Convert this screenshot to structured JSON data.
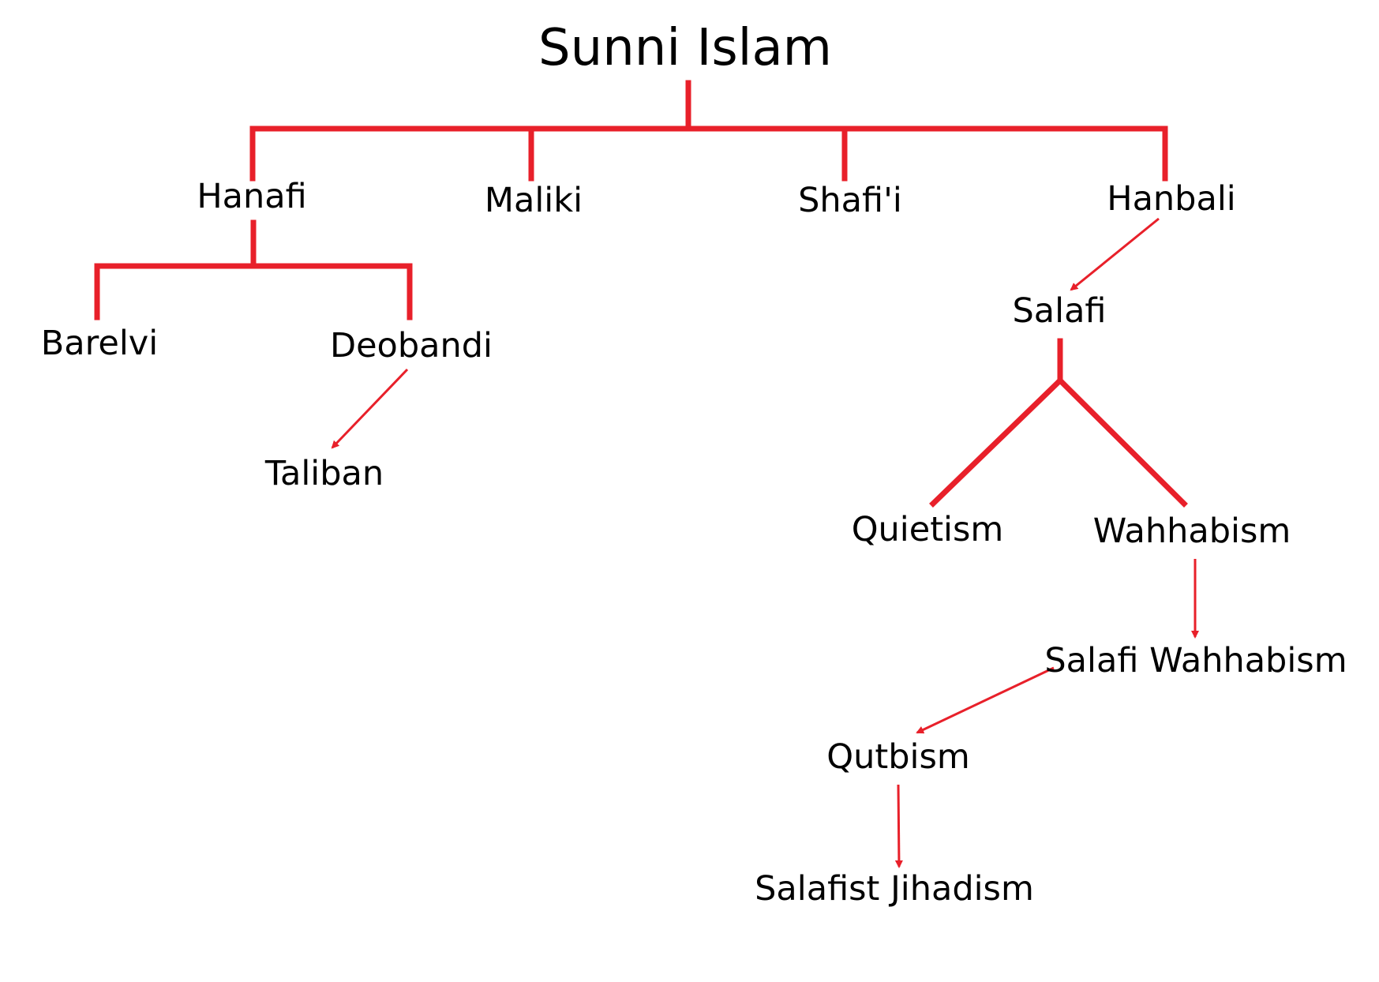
{
  "diagram": {
    "line_color": "#E8202A",
    "text_color": "#000000",
    "background": "#FFFFFF",
    "root": "Sunni Islam",
    "schools": {
      "hanafi": "Hanafi",
      "maliki": "Maliki",
      "shafii": "Shafi'i",
      "hanbali": "Hanbali"
    },
    "hanafi_branches": {
      "barelvi": "Barelvi",
      "deobandi": "Deobandi",
      "taliban": "Taliban"
    },
    "hanbali_branches": {
      "salafi": "Salafi",
      "quietism": "Quietism",
      "wahhabism": "Wahhabism",
      "salafi_wahhabism": "Salafi Wahhabism",
      "qutbism": "Qutbism",
      "salafist_jihadism": "Salafist Jihadism"
    },
    "edges": [
      {
        "from": "Sunni Islam",
        "to": "Hanafi",
        "style": "tree"
      },
      {
        "from": "Sunni Islam",
        "to": "Maliki",
        "style": "tree"
      },
      {
        "from": "Sunni Islam",
        "to": "Shafi'i",
        "style": "tree"
      },
      {
        "from": "Sunni Islam",
        "to": "Hanbali",
        "style": "tree"
      },
      {
        "from": "Hanafi",
        "to": "Barelvi",
        "style": "tree"
      },
      {
        "from": "Hanafi",
        "to": "Deobandi",
        "style": "tree"
      },
      {
        "from": "Deobandi",
        "to": "Taliban",
        "style": "arrow"
      },
      {
        "from": "Hanbali",
        "to": "Salafi",
        "style": "arrow"
      },
      {
        "from": "Salafi",
        "to": "Quietism",
        "style": "tree"
      },
      {
        "from": "Salafi",
        "to": "Wahhabism",
        "style": "tree"
      },
      {
        "from": "Wahhabism",
        "to": "Salafi Wahhabism",
        "style": "arrow"
      },
      {
        "from": "Salafi Wahhabism",
        "to": "Qutbism",
        "style": "arrow"
      },
      {
        "from": "Qutbism",
        "to": "Salafist Jihadism",
        "style": "arrow"
      }
    ]
  }
}
